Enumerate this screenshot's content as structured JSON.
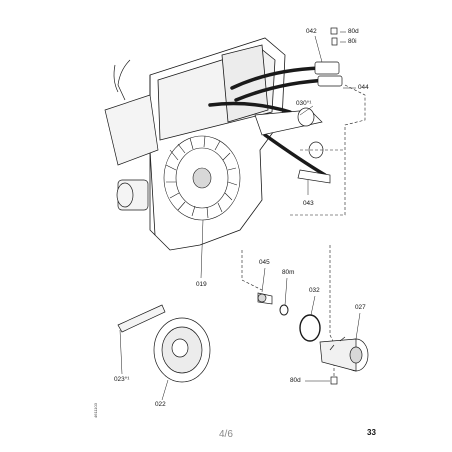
{
  "labels": {
    "l042": "042",
    "l80d_top": "80d",
    "l80i": "80i",
    "l044": "044",
    "l030": "030°¹",
    "l043": "043",
    "l019": "019",
    "l045": "045",
    "l80m": "80m",
    "l032": "032",
    "l027": "027",
    "l023": "023°¹",
    "l022": "022",
    "l80d_bottom": "80d"
  },
  "footer": {
    "page_number": "4/6",
    "page_code": "33",
    "side_id": "4611103"
  },
  "colors": {
    "line": "#1a1a1a",
    "fill": "#ffffff",
    "shade": "#d8d8d8"
  }
}
